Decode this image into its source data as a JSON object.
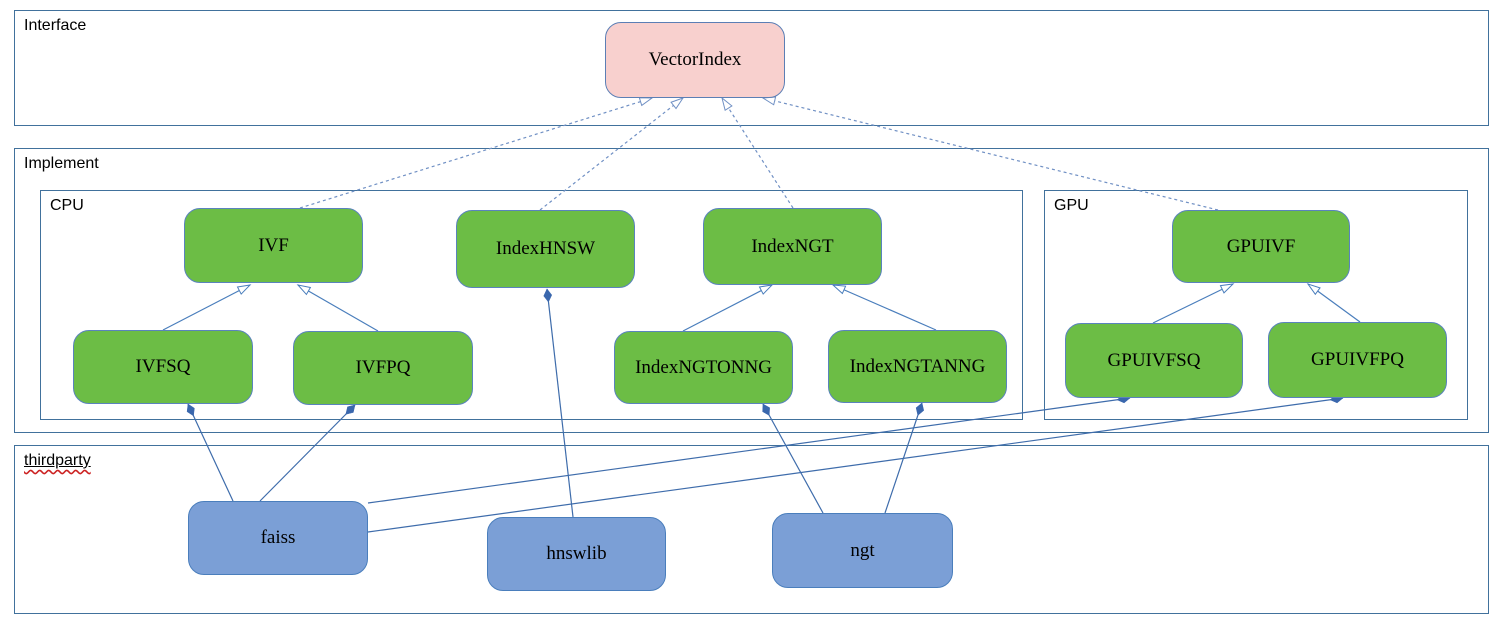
{
  "diagram": {
    "containers": {
      "interface": {
        "label": "Interface"
      },
      "implement": {
        "label": "Implement"
      },
      "cpu": {
        "label": "CPU"
      },
      "gpu": {
        "label": "GPU"
      },
      "thirdparty": {
        "label": "thirdparty",
        "spellcheck_squiggle": true
      }
    },
    "nodes": [
      {
        "id": "VectorIndex",
        "label": "VectorIndex",
        "group": "interface"
      },
      {
        "id": "IVF",
        "label": "IVF",
        "group": "cpu"
      },
      {
        "id": "IndexHNSW",
        "label": "IndexHNSW",
        "group": "cpu"
      },
      {
        "id": "IndexNGT",
        "label": "IndexNGT",
        "group": "cpu"
      },
      {
        "id": "IVFSQ",
        "label": "IVFSQ",
        "group": "cpu"
      },
      {
        "id": "IVFPQ",
        "label": "IVFPQ",
        "group": "cpu"
      },
      {
        "id": "IndexNGTONNG",
        "label": "IndexNGTONNG",
        "group": "cpu"
      },
      {
        "id": "IndexNGTANNG",
        "label": "IndexNGTANNG",
        "group": "cpu"
      },
      {
        "id": "GPUIVF",
        "label": "GPUIVF",
        "group": "gpu"
      },
      {
        "id": "GPUIVFSQ",
        "label": "GPUIVFSQ",
        "group": "gpu"
      },
      {
        "id": "GPUIVFPQ",
        "label": "GPUIVFPQ",
        "group": "gpu"
      },
      {
        "id": "faiss",
        "label": "faiss",
        "group": "thirdparty"
      },
      {
        "id": "hnswlib",
        "label": "hnswlib",
        "group": "thirdparty"
      },
      {
        "id": "ngt",
        "label": "ngt",
        "group": "thirdparty"
      }
    ],
    "edges": [
      {
        "from": "IVF",
        "to": "VectorIndex",
        "type": "realization"
      },
      {
        "from": "IndexHNSW",
        "to": "VectorIndex",
        "type": "realization"
      },
      {
        "from": "IndexNGT",
        "to": "VectorIndex",
        "type": "realization"
      },
      {
        "from": "GPUIVF",
        "to": "VectorIndex",
        "type": "realization"
      },
      {
        "from": "IVFSQ",
        "to": "IVF",
        "type": "generalization"
      },
      {
        "from": "IVFPQ",
        "to": "IVF",
        "type": "generalization"
      },
      {
        "from": "IndexNGTONNG",
        "to": "IndexNGT",
        "type": "generalization"
      },
      {
        "from": "IndexNGTANNG",
        "to": "IndexNGT",
        "type": "generalization"
      },
      {
        "from": "GPUIVFSQ",
        "to": "GPUIVF",
        "type": "generalization"
      },
      {
        "from": "GPUIVFPQ",
        "to": "GPUIVF",
        "type": "generalization"
      },
      {
        "from": "faiss",
        "to": "IVFSQ",
        "type": "composition"
      },
      {
        "from": "faiss",
        "to": "IVFPQ",
        "type": "composition"
      },
      {
        "from": "hnswlib",
        "to": "IndexHNSW",
        "type": "composition"
      },
      {
        "from": "ngt",
        "to": "IndexNGTONNG",
        "type": "composition"
      },
      {
        "from": "ngt",
        "to": "IndexNGTANNG",
        "type": "composition"
      },
      {
        "from": "faiss",
        "to": "GPUIVFSQ",
        "type": "composition"
      },
      {
        "from": "faiss",
        "to": "GPUIVFPQ",
        "type": "composition"
      }
    ],
    "colors": {
      "interface_node_fill": "#f8d0ce",
      "implementation_node_fill": "#6cbd45",
      "thirdparty_node_fill": "#7b9fd6",
      "node_border": "#5a83bd",
      "container_border": "#41719c",
      "connector_solid": "#3e6cab",
      "connector_dashed": "#7090c4",
      "spellcheck_squiggle": "#cc2222",
      "text": "#000000"
    }
  }
}
